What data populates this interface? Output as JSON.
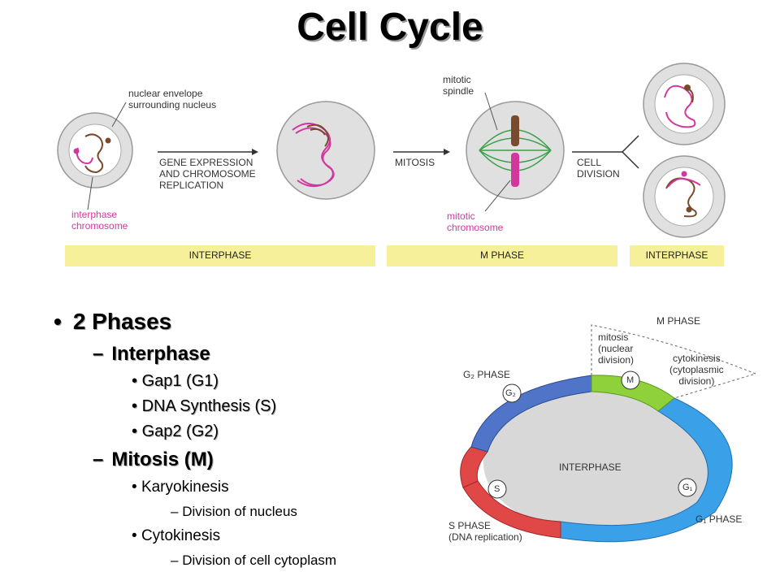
{
  "title": "Cell Cycle",
  "diagram": {
    "labels": {
      "nuclear_envelope": [
        "nuclear envelope",
        "surrounding nucleus"
      ],
      "interphase_chromosome": [
        "interphase",
        "chromosome"
      ],
      "gene_expression": [
        "GENE EXPRESSION",
        "AND CHROMOSOME",
        "REPLICATION"
      ],
      "mitosis": "MITOSIS",
      "mitotic_spindle": [
        "mitotic",
        "spindle"
      ],
      "mitotic_chromosome": [
        "mitotic",
        "chromosome"
      ],
      "cell_division": [
        "CELL",
        "DIVISION"
      ]
    },
    "bands": [
      "INTERPHASE",
      "M PHASE",
      "INTERPHASE"
    ],
    "colors": {
      "chromosome_pink": "#d2379e",
      "chromosome_brown": "#7a4a2e",
      "band": "#f7f09a",
      "cell_gray": "#d9d9d9"
    }
  },
  "bullets": {
    "level1": "2 Phases",
    "interphase": {
      "label": "Interphase",
      "items": [
        "Gap1 (G1)",
        "DNA Synthesis (S)",
        "Gap2 (G2)"
      ]
    },
    "mitosis": {
      "label": "Mitosis (M)",
      "karyokinesis": "Karyokinesis",
      "karyokinesis_sub": "Division of nucleus",
      "cytokinesis": "Cytokinesis",
      "cytokinesis_sub": "Division of cell cytoplasm"
    }
  },
  "cycle": {
    "m_phase": "M PHASE",
    "mitosis_note": [
      "mitosis",
      "(nuclear",
      "division)"
    ],
    "cytokinesis_note": [
      "cytokinesis",
      "(cytoplasmic",
      "division)"
    ],
    "g2_phase": "G₂ PHASE",
    "s_phase": [
      "S PHASE",
      "(DNA replication)"
    ],
    "g1_phase": "G₁ PHASE",
    "center": "INTERPHASE",
    "segments": {
      "m": "M",
      "g2": "G₂",
      "s": "S",
      "g1": "G₁"
    },
    "colors": {
      "m": "#8fd13a",
      "g2": "#4f74c8",
      "s": "#e04848",
      "g1": "#3aa0e8",
      "center": "#d8d8d8"
    }
  }
}
